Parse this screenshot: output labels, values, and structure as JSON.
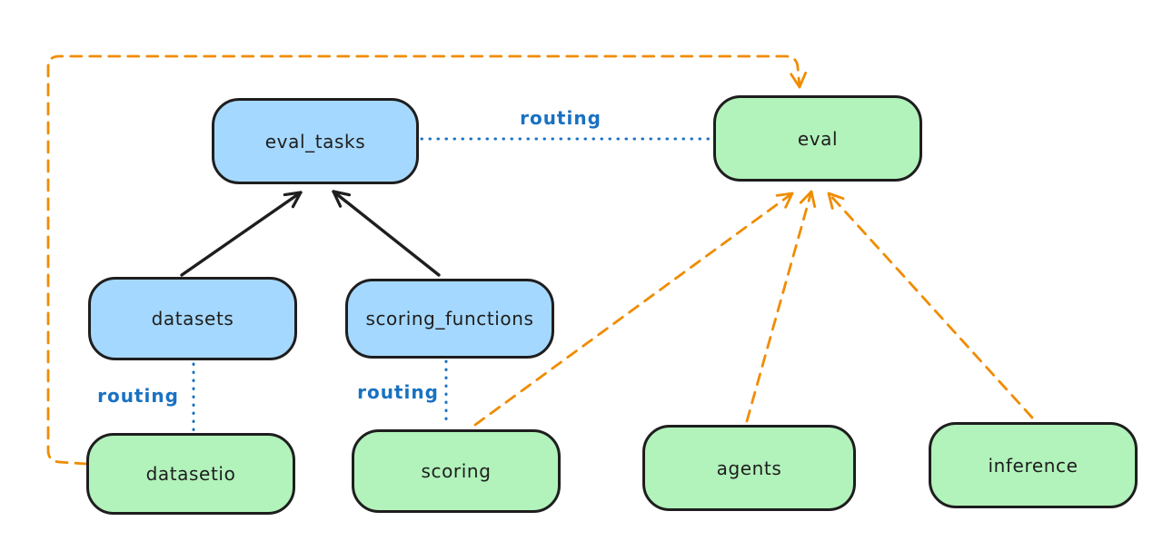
{
  "diagram": {
    "nodes": [
      {
        "id": "eval_tasks",
        "label": "eval_tasks",
        "group": "blue"
      },
      {
        "id": "eval",
        "label": "eval",
        "group": "green"
      },
      {
        "id": "datasets",
        "label": "datasets",
        "group": "blue"
      },
      {
        "id": "scoring_functions",
        "label": "scoring_functions",
        "group": "blue"
      },
      {
        "id": "datasetio",
        "label": "datasetio",
        "group": "green"
      },
      {
        "id": "scoring",
        "label": "scoring",
        "group": "green"
      },
      {
        "id": "agents",
        "label": "agents",
        "group": "green"
      },
      {
        "id": "inference",
        "label": "inference",
        "group": "green"
      }
    ],
    "edge_labels": {
      "eval_tasks_eval": "routing",
      "datasets_datasetio": "routing",
      "scoring_functions_scoring": "routing"
    },
    "edges": [
      {
        "from": "datasets",
        "to": "eval_tasks",
        "style": "solid-black-arrow"
      },
      {
        "from": "scoring_functions",
        "to": "eval_tasks",
        "style": "solid-black-arrow"
      },
      {
        "from": "eval_tasks",
        "to": "eval",
        "style": "dotted-blue",
        "label": "routing"
      },
      {
        "from": "datasets",
        "to": "datasetio",
        "style": "dotted-blue",
        "label": "routing"
      },
      {
        "from": "scoring_functions",
        "to": "scoring",
        "style": "dotted-blue",
        "label": "routing"
      },
      {
        "from": "scoring",
        "to": "eval",
        "style": "dashed-orange-arrow"
      },
      {
        "from": "agents",
        "to": "eval",
        "style": "dashed-orange-arrow"
      },
      {
        "from": "inference",
        "to": "eval",
        "style": "dashed-orange-arrow"
      },
      {
        "from": "datasetio",
        "to": "eval",
        "style": "dashed-orange-arrow",
        "route": "left-edge-then-top"
      }
    ],
    "colors": {
      "node_blue_fill": "#a5d8ff",
      "node_green_fill": "#b2f2bb",
      "stroke": "#1e1e1e",
      "routing_blue": "#1971c2",
      "dashed_orange": "#f08c00",
      "background": "#ffffff"
    }
  }
}
